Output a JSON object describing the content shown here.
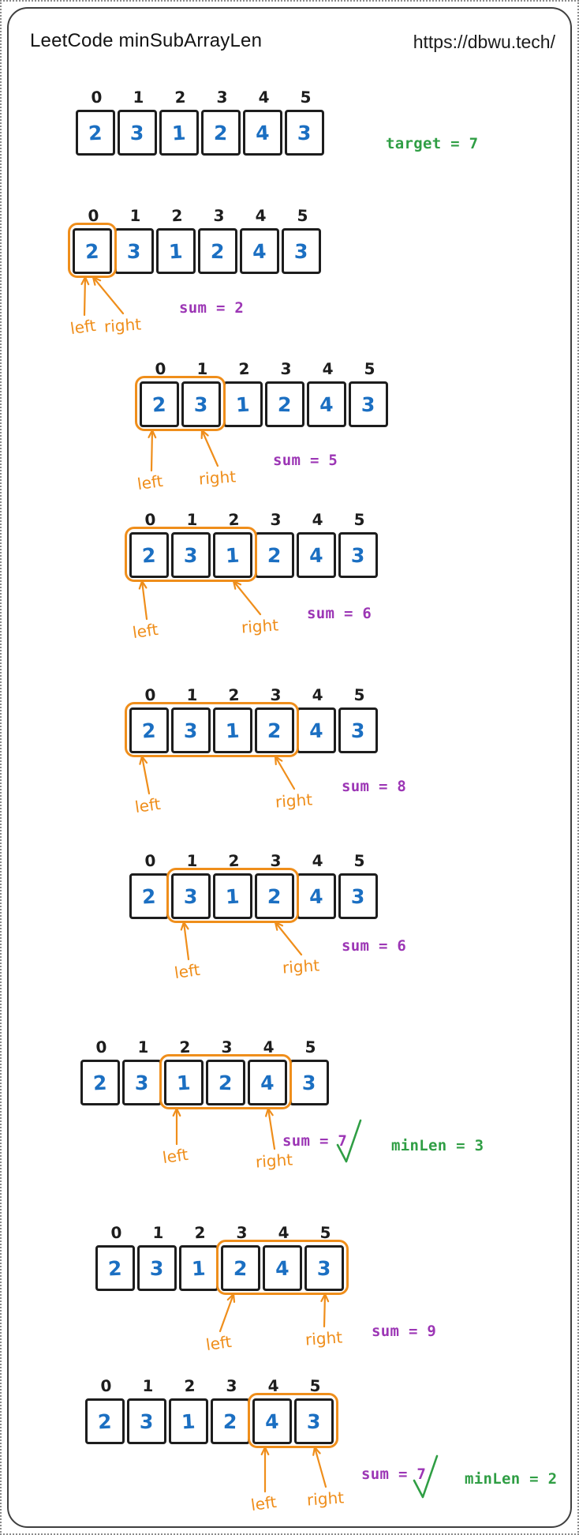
{
  "page": {
    "title": "LeetCode minSubArrayLen",
    "url": "https://dbwu.tech/"
  },
  "colors": {
    "ink": "#1d1d1d",
    "cell_value": "#1b6fc2",
    "window_accent": "#ef8e1b",
    "sum_text": "#9c36b5",
    "result_text": "#2f9e44"
  },
  "array": {
    "indices": [
      "0",
      "1",
      "2",
      "3",
      "4",
      "5"
    ],
    "values": [
      "2",
      "3",
      "1",
      "2",
      "4",
      "3"
    ]
  },
  "pointer_labels": {
    "left": "left",
    "right": "right"
  },
  "steps": [
    {
      "window": null,
      "target": "target = 7"
    },
    {
      "window": [
        0,
        0
      ],
      "sum": "sum = 2"
    },
    {
      "window": [
        0,
        1
      ],
      "sum": "sum = 5"
    },
    {
      "window": [
        0,
        2
      ],
      "sum": "sum = 6"
    },
    {
      "window": [
        0,
        3
      ],
      "sum": "sum = 8"
    },
    {
      "window": [
        1,
        3
      ],
      "sum": "sum = 6"
    },
    {
      "window": [
        2,
        4
      ],
      "sum": "sum = 7",
      "check": true,
      "result": "minLen = 3"
    },
    {
      "window": [
        3,
        5
      ],
      "sum": "sum = 9"
    },
    {
      "window": [
        4,
        5
      ],
      "sum": "sum = 7",
      "check": true,
      "result": "minLen = 2"
    }
  ]
}
